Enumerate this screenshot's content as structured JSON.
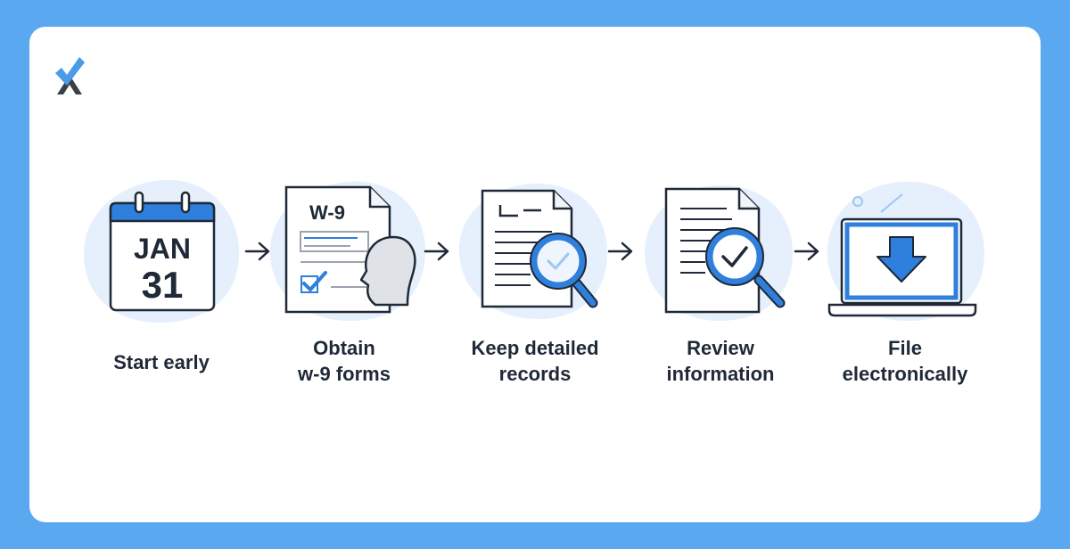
{
  "steps": [
    {
      "label_lines": [
        "Start early"
      ],
      "icon": "calendar-icon",
      "calendar": {
        "month": "JAN",
        "day": "31"
      }
    },
    {
      "label_lines": [
        "Obtain",
        "w-9 forms"
      ],
      "icon": "w9-form-icon",
      "form_title": "W-9"
    },
    {
      "label_lines": [
        "Keep detailed",
        "records"
      ],
      "icon": "document-magnifier-icon"
    },
    {
      "label_lines": [
        "Review",
        "information"
      ],
      "icon": "document-check-magnifier-icon"
    },
    {
      "label_lines": [
        "File",
        "electronically"
      ],
      "icon": "laptop-download-icon"
    }
  ],
  "colors": {
    "background": "#5aa8f0",
    "card": "#ffffff",
    "accent": "#2f7fdc",
    "blob": "#e6f0fc",
    "outline": "#1f2937",
    "text": "#1f2937"
  },
  "connectors": [
    "arrow-right-icon",
    "arrow-right-icon",
    "arrow-right-icon",
    "arrow-right-icon"
  ]
}
